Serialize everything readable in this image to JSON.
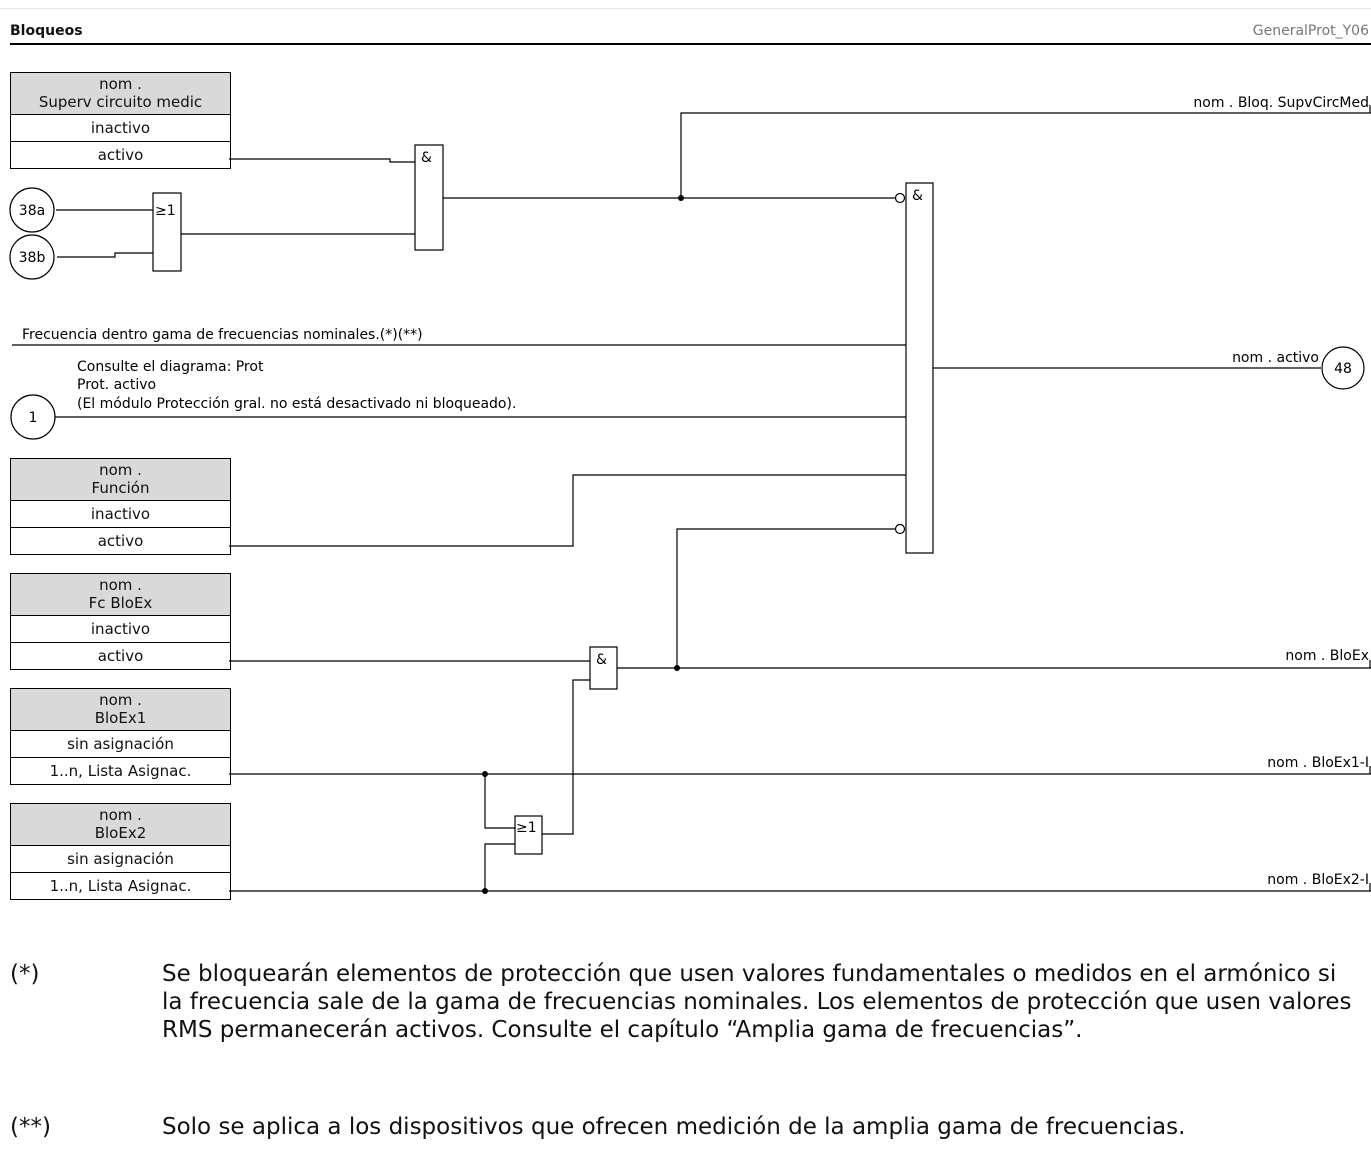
{
  "header": {
    "title": "Bloqueos",
    "diagram_id": "GeneralProt_Y06"
  },
  "boxes": [
    {
      "head1": "nom .",
      "head2": "Superv circuito medic",
      "row1": "inactivo",
      "row2": "activo"
    },
    {
      "head1": "nom .",
      "head2": "Función",
      "row1": "inactivo",
      "row2": "activo"
    },
    {
      "head1": "nom .",
      "head2": "Fc BloEx",
      "row1": "inactivo",
      "row2": "activo"
    },
    {
      "head1": "nom .",
      "head2": "BloEx1",
      "row1": "sin asignación",
      "row2": "1..n, Lista Asignac."
    },
    {
      "head1": "nom .",
      "head2": "BloEx2",
      "row1": "sin asignación",
      "row2": "1..n, Lista Asignac."
    }
  ],
  "connectors": {
    "c38a": "38a",
    "c38b": "38b",
    "c1": "1",
    "c48": "48"
  },
  "gates": {
    "and": "&",
    "or": "≥1"
  },
  "signals": {
    "freq": "Frecuencia dentro gama de frecuencias nominales.(*)(**)",
    "ref1": "Consulte el diagrama: Prot",
    "ref2": "Prot. activo",
    "ref3": "(El módulo Protección gral. no está desactivado ni bloqueado)."
  },
  "outputs": {
    "supv": "nom . Bloq. SupvCircMed",
    "activo": "nom . activo",
    "bloex": "nom . BloEx",
    "bloex1": "nom . BloEx1-I",
    "bloex2": "nom . BloEx2-I"
  },
  "notes": [
    {
      "mark": "(*)",
      "text": "Se bloquearán elementos de protección que usen valores fundamentales o medidos en el armónico si la frecuencia sale de la gama de frecuencias nominales. Los elementos de protección que usen valores RMS permanecerán activos. Consulte el capítulo “Amplia gama de frecuencias”."
    },
    {
      "mark": "(**)",
      "text": "Solo se aplica a los dispositivos que ofrecen medición de la amplia gama de frecuencias."
    }
  ]
}
